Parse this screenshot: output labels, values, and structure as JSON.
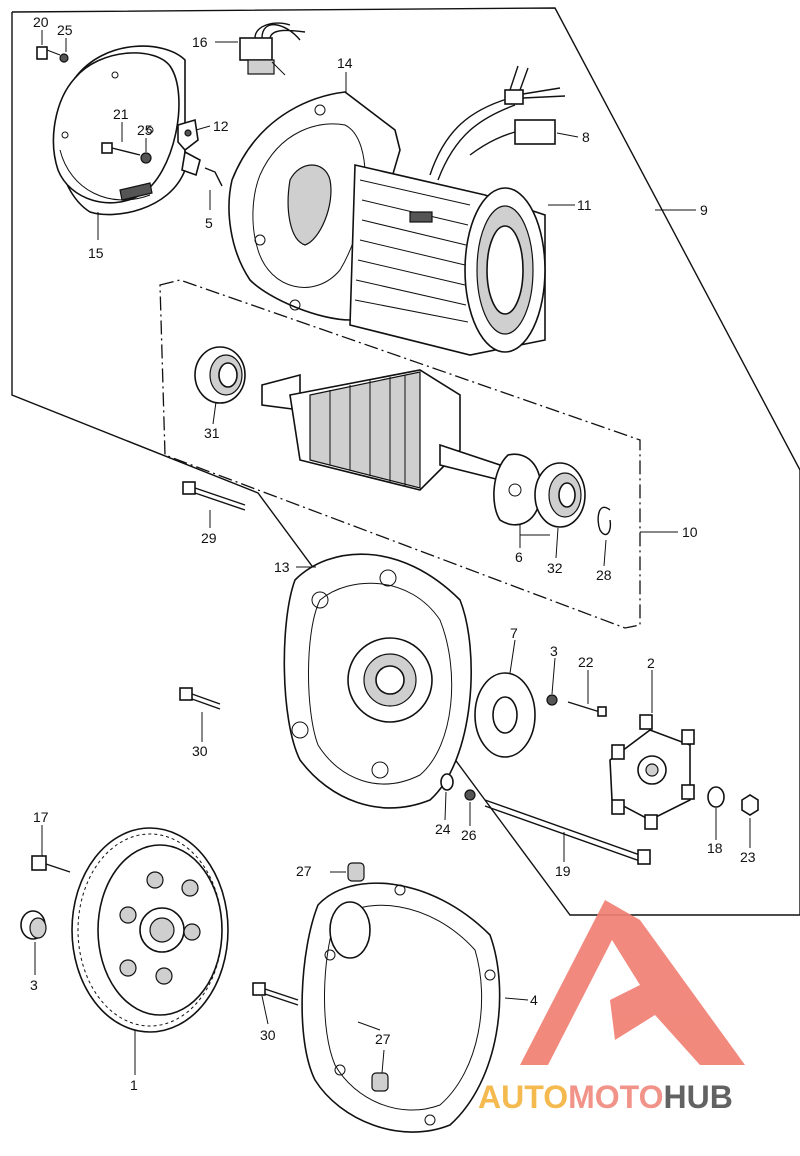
{
  "callouts": [
    "1",
    "2",
    "3",
    "3",
    "4",
    "5",
    "6",
    "7",
    "8",
    "9",
    "10",
    "11",
    "12",
    "13",
    "14",
    "15",
    "16",
    "17",
    "18",
    "19",
    "20",
    "21",
    "22",
    "23",
    "24",
    "25",
    "25",
    "26",
    "27",
    "27",
    "28",
    "29",
    "30",
    "30",
    "31",
    "32"
  ],
  "watermark": {
    "auto": "AUTO",
    "moto": "MOTO",
    "hub": "HUB",
    "colors": {
      "auto": "#f5b541",
      "moto": "#f08a7e",
      "hub": "#555555",
      "logo": "#f07f73"
    }
  }
}
